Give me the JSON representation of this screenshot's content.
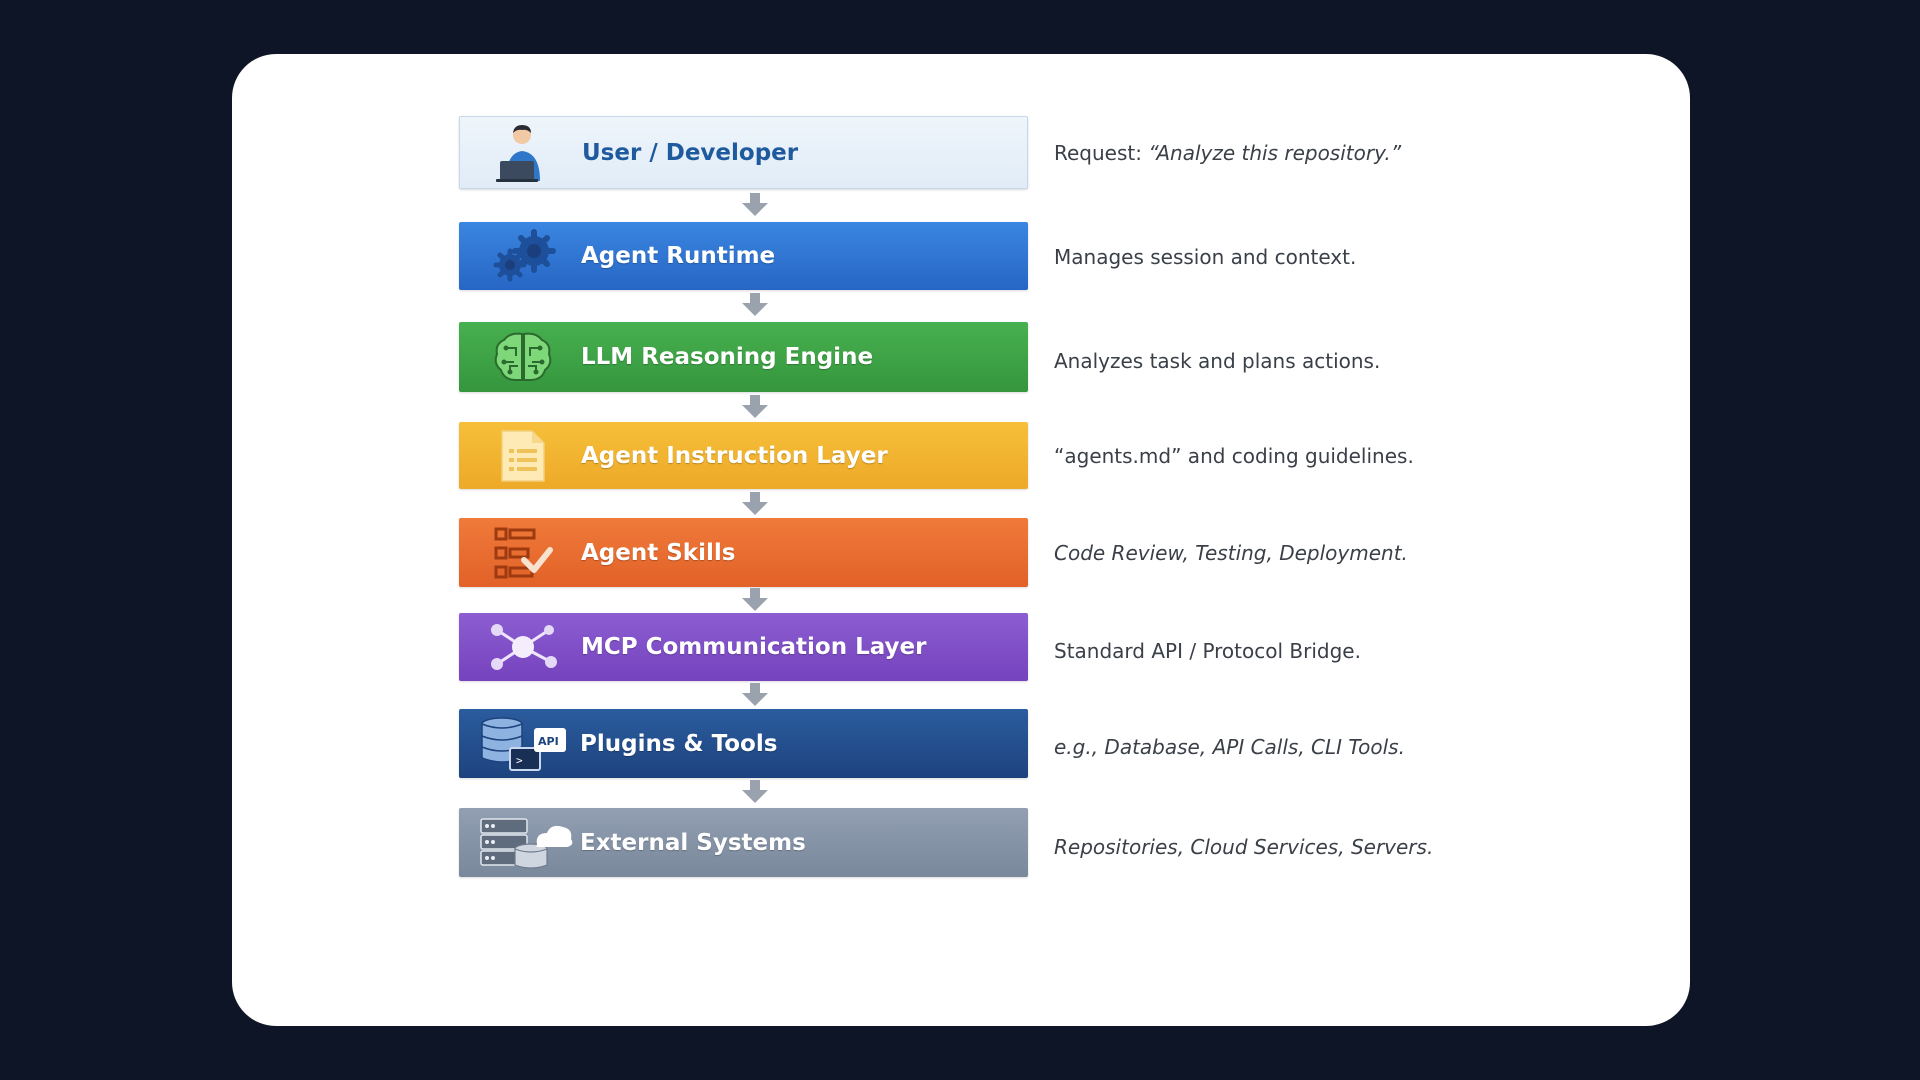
{
  "layers": [
    {
      "label": "User / Developer",
      "icon": "user-laptop-icon"
    },
    {
      "label": "Agent Runtime",
      "icon": "gears-icon"
    },
    {
      "label": "LLM Reasoning Engine",
      "icon": "brain-circuit-icon"
    },
    {
      "label": "Agent Instruction Layer",
      "icon": "document-icon"
    },
    {
      "label": "Agent Skills",
      "icon": "checklist-icon"
    },
    {
      "label": "MCP Communication Layer",
      "icon": "network-nodes-icon"
    },
    {
      "label": "Plugins & Tools",
      "icon": "database-terminal-api-icon"
    },
    {
      "label": "External Systems",
      "icon": "server-cloud-icon"
    }
  ],
  "descriptions": [
    {
      "prefix": "Request: ",
      "quote": "“Analyze this repository.”"
    },
    {
      "text": "Manages session and context."
    },
    {
      "text": "Analyzes task and plans actions."
    },
    {
      "text": "“agents.md” and coding guidelines."
    },
    {
      "text": "Code Review, Testing, Deployment."
    },
    {
      "text": "Standard API / Protocol Bridge."
    },
    {
      "text": "e.g., Database, API Calls, CLI Tools."
    },
    {
      "text": "Repositories, Cloud Services, Servers."
    }
  ],
  "colors": {
    "background": "#0d1527",
    "user": "#e6f0f9",
    "runtime": "#2f79d6",
    "llm": "#3ea447",
    "instruction": "#f3b52d",
    "skills": "#ea6c30",
    "mcp": "#8150c7",
    "plugins": "#24508f",
    "external": "#8391a5"
  }
}
